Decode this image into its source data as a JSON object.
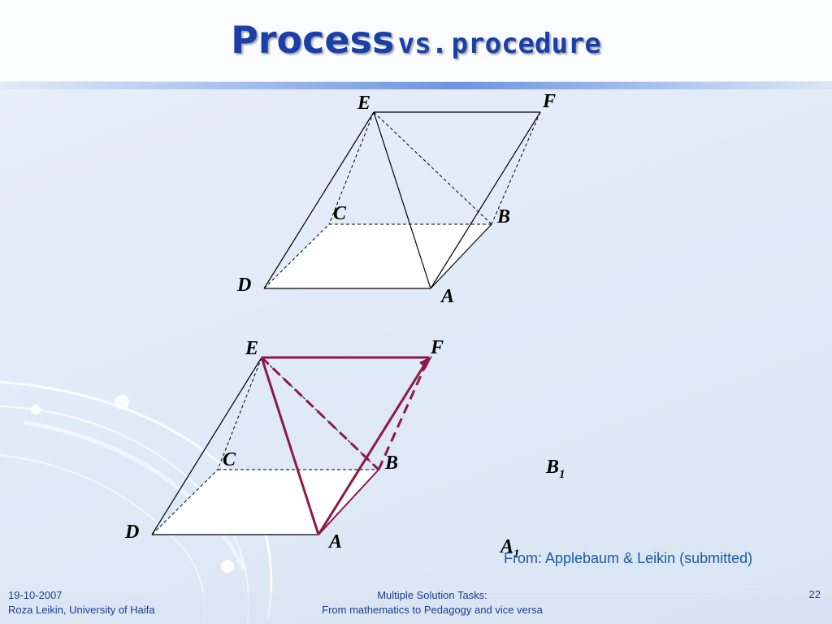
{
  "slide": {
    "title_part1": "Process",
    "title_part2": "vs.",
    "title_part3": "procedure"
  },
  "diagram_top": {
    "labels": {
      "E": "E",
      "F": "F",
      "C": "C",
      "B": "B",
      "D": "D",
      "A": "A"
    }
  },
  "diagram_bottom": {
    "labels": {
      "E": "E",
      "F": "F",
      "C": "C",
      "B": "B",
      "D": "D",
      "A": "A",
      "B1": "B",
      "A1": "A",
      "sub": "1"
    },
    "highlight_color": "#8b1a45"
  },
  "source_note": "From: Applebaum & Leikin (submitted)",
  "footer": {
    "date": "19-10-2007",
    "author": "Roza Leikin, University of Haifa",
    "center_line1": "Multiple Solution Tasks:",
    "center_line2": "From mathematics to Pedagogy and vice versa",
    "page_number": "22"
  }
}
